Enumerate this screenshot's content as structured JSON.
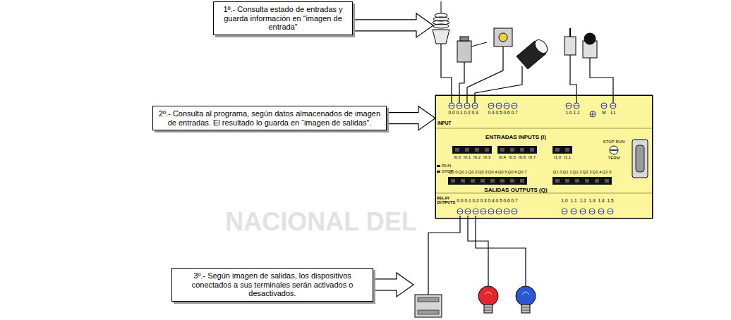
{
  "diagram": {
    "nodes": [
      {
        "text": [
          "1º.- Consulta estado de entradas y guarda información en “imagen de entrada”"
        ]
      },
      {
        "text": [
          "2º.- Consulta al programa, según datos almacenados de imagen de entradas. El resultado lo guarda en “imagen de salidas”."
        ]
      },
      {
        "text": [
          "ENTRADAS INPUTS (I)",
          "SALIDAS OUTPUTS (Q)"
        ]
      },
      {
        "text": [
          "3º.- Según imagen de salidas, los dispositivos conectados a sus terminales serán activados o desactivados."
        ]
      }
    ],
    "edges": [
      {
        "from": 1,
        "to": 2,
        "arrow": "to"
      }
    ],
    "labels": [
      "INPUT",
      "0.0",
      "0.1",
      "0.2",
      "0.3",
      "0.4",
      "0.5",
      "0.6",
      "0.7",
      "1.0",
      "1.1",
      "M",
      "L1",
      "I0.0",
      "I0.1",
      "I0.2",
      "I0.3",
      "I0.4",
      "I0.5",
      "I0.6",
      "I0.7",
      "I1.0",
      "I1.1",
      "RUN",
      "STOP",
      "STOP RUN",
      "TERM",
      "Q0.0",
      "Q0.1",
      "Q0.2",
      "Q0.3",
      "Q0.4",
      "Q0.5",
      "Q0.6",
      "Q0.7",
      "Q1.0",
      "Q1.1",
      "Q1.2",
      "Q1.3",
      "Q1.4",
      "Q1.5",
      "RELAY OUTPUTS",
      "0.0",
      "0.1",
      "0.2",
      "0.3",
      "0.4",
      "0.5",
      "0.6",
      "0.7",
      "1.0",
      "1.1",
      "1.2",
      "1.3",
      "1.4",
      "1.5",
      "NACIONAL DEL"
    ]
  }
}
